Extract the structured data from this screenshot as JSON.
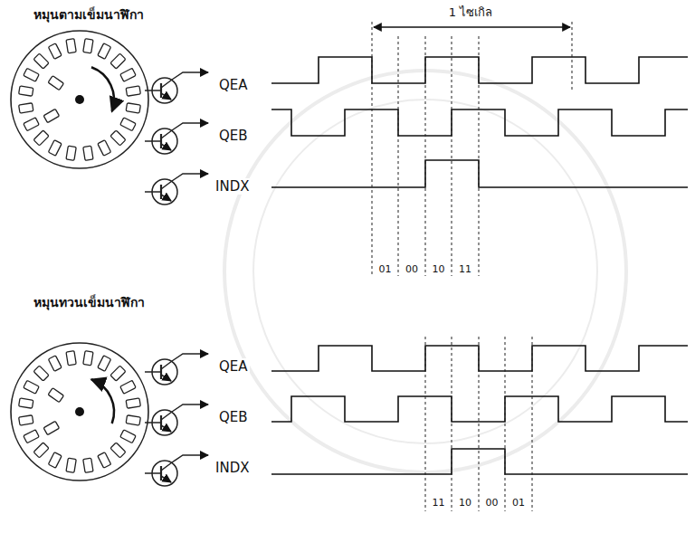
{
  "diagram": {
    "labels": [
      "หมุนตามเข็มนาฬิกา",
      "1 ไซเกิล",
      "QEA",
      "QEB",
      "INDX",
      "01",
      "00",
      "10",
      "11",
      "หมุนทวนเข็มนาฬิกา",
      "QEA",
      "QEB",
      "INDX",
      "11",
      "10",
      "00",
      "01"
    ]
  }
}
